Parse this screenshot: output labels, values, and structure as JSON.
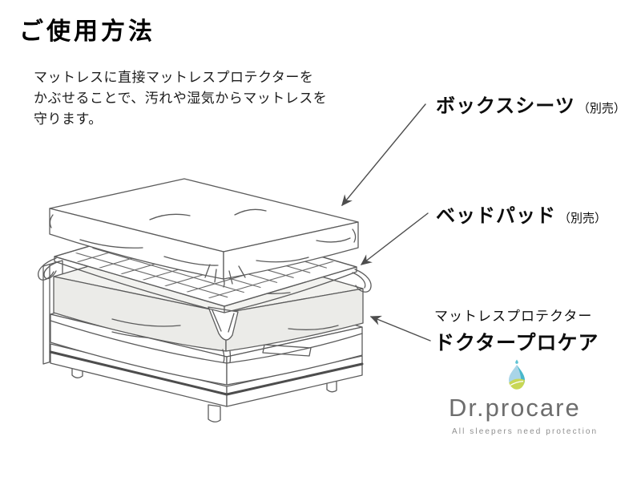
{
  "header": {
    "title": "ご使用方法",
    "description_lines": [
      "マットレスに直接マットレスプロテクターを",
      "かぶせることで、汚れや湿気からマットレスを",
      "守ります。"
    ]
  },
  "callouts": {
    "box_sheet": {
      "label": "ボックスシーツ",
      "note": "（別売）"
    },
    "bed_pad": {
      "label": "ベッドパッド",
      "note": "（別売）"
    },
    "protector": {
      "label_small": "マットレスプロテクター",
      "label_large": "ドクタープロケア"
    }
  },
  "logo": {
    "brand": "Dr.procare",
    "tagline": "All sleepers need protection",
    "icon": "water-drop-leaf-icon"
  },
  "diagram": {
    "parts": [
      "headboard",
      "bed-frame",
      "base-mattress",
      "mattress-protector",
      "bed-pad",
      "box-sheet"
    ],
    "arrow_count": 3
  },
  "colors": {
    "text": "#0d0d0d",
    "outline_gray": "#5c5c5c",
    "protector_fill": "#ebebe8",
    "logo_text_gray": "#6d6d6d",
    "tagline_gray": "#8f8f8f",
    "drop_light_blue": "#a9d5e8",
    "drop_teal": "#48b8cb",
    "leaf_green": "#c8d755"
  }
}
